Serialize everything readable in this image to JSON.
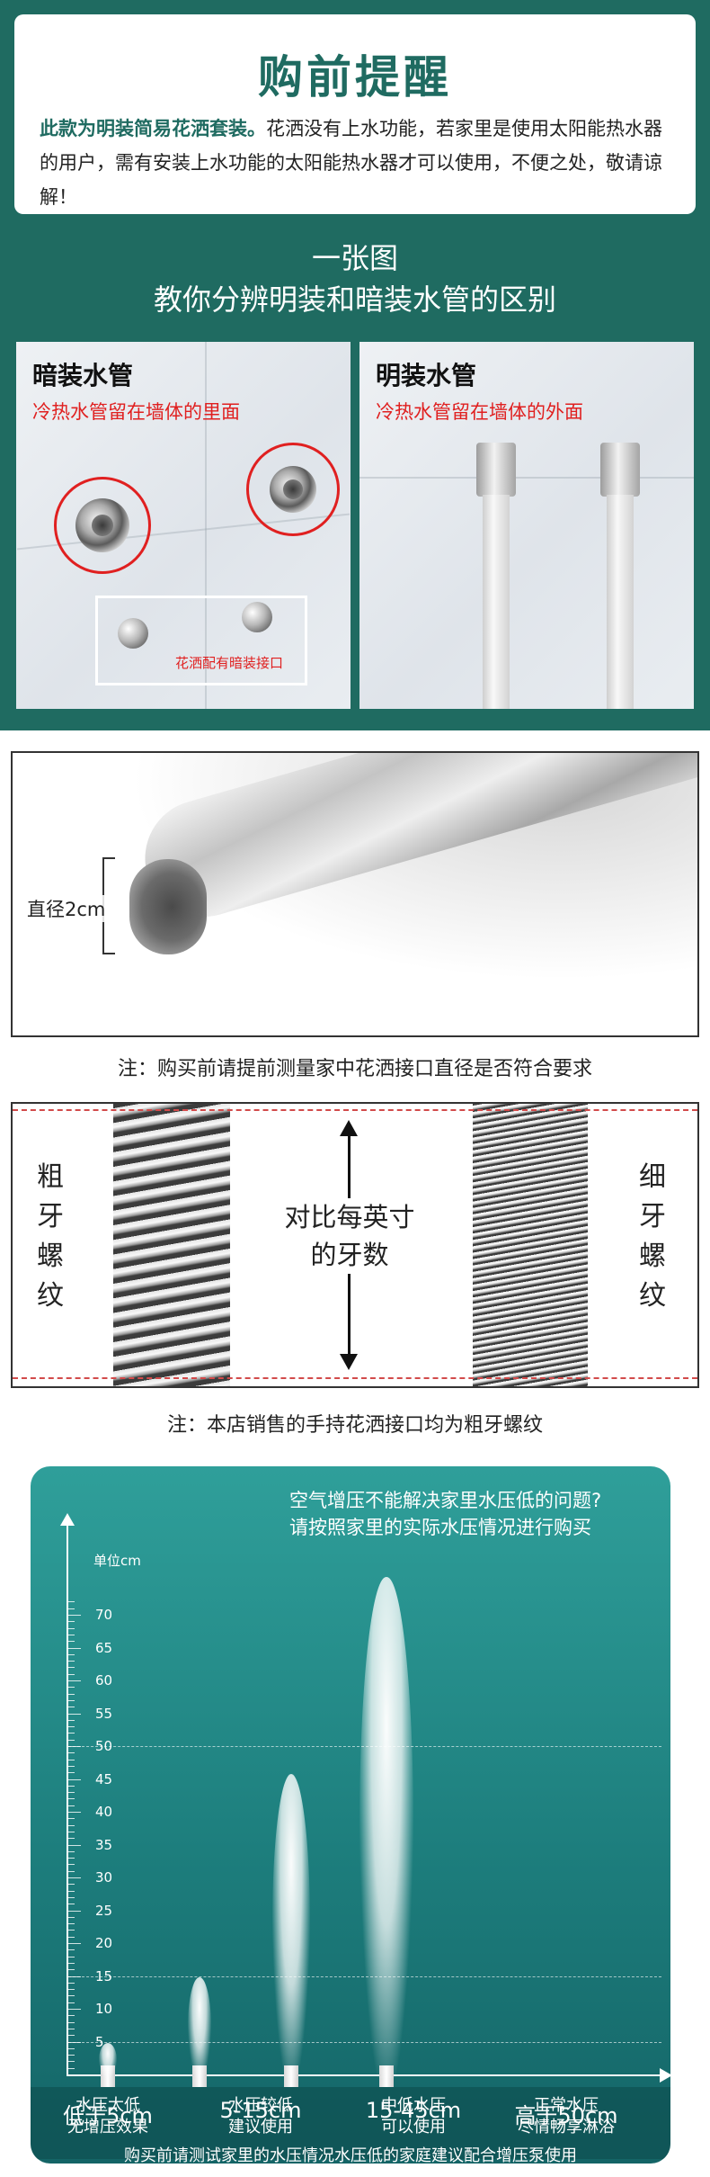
{
  "notice": {
    "title": "购前提醒",
    "text_highlight": "此款为明装简易花洒套装。",
    "text_rest": "花洒没有上水功能，若家里是使用太阳能热水器的用户，需有安装上水功能的太阳能热水器才可以使用，不便之处，敬请谅解！"
  },
  "compare": {
    "subtitle_1": "一张图",
    "subtitle_2": "教你分辨明装和暗装水管的区别",
    "concealed": {
      "title": "暗装水管",
      "desc": "冷热水管留在墙体的里面",
      "connector_label": "花洒配有暗装接口"
    },
    "exposed": {
      "title": "明装水管",
      "desc": "冷热水管留在墙体的外面"
    }
  },
  "diameter": {
    "label": "直径2cm",
    "note": "注：购买前请提前测量家中花洒接口直径是否符合要求"
  },
  "thread": {
    "coarse_label": "粗牙螺纹",
    "fine_label": "细牙螺纹",
    "compare_text_1": "对比每英寸",
    "compare_text_2": "的牙数",
    "note": "注：本店销售的手持花洒接口均为粗牙螺纹"
  },
  "pressure": {
    "question_1": "空气增压不能解决家里水压低的问题?",
    "question_2": "请按照家里的实际水压情况进行购买",
    "unit": "单位cm",
    "ticks": [
      "70",
      "65",
      "60",
      "55",
      "50",
      "45",
      "40",
      "35",
      "30",
      "25",
      "20",
      "15",
      "10",
      "5"
    ],
    "levels": [
      {
        "range": "低于5cm",
        "desc_1": "水压太低",
        "desc_2": "无增压效果",
        "height_cm": 4
      },
      {
        "range": "5-15cm",
        "desc_1": "水压较低",
        "desc_2": "建议使用",
        "height_cm": 14
      },
      {
        "range": "15-45cm",
        "desc_1": "中低水压",
        "desc_2": "可以使用",
        "height_cm": 45
      },
      {
        "range": "高于50cm",
        "desc_1": "正常水压",
        "desc_2": "尽情畅享淋浴",
        "height_cm": 75
      }
    ],
    "reference_lines_cm": [
      50,
      15,
      5
    ],
    "footer": "购买前请测试家里的水压情况水压低的家庭建议配合增压泵使用"
  },
  "colors": {
    "teal": "#1f6b61",
    "red": "#e02020"
  }
}
